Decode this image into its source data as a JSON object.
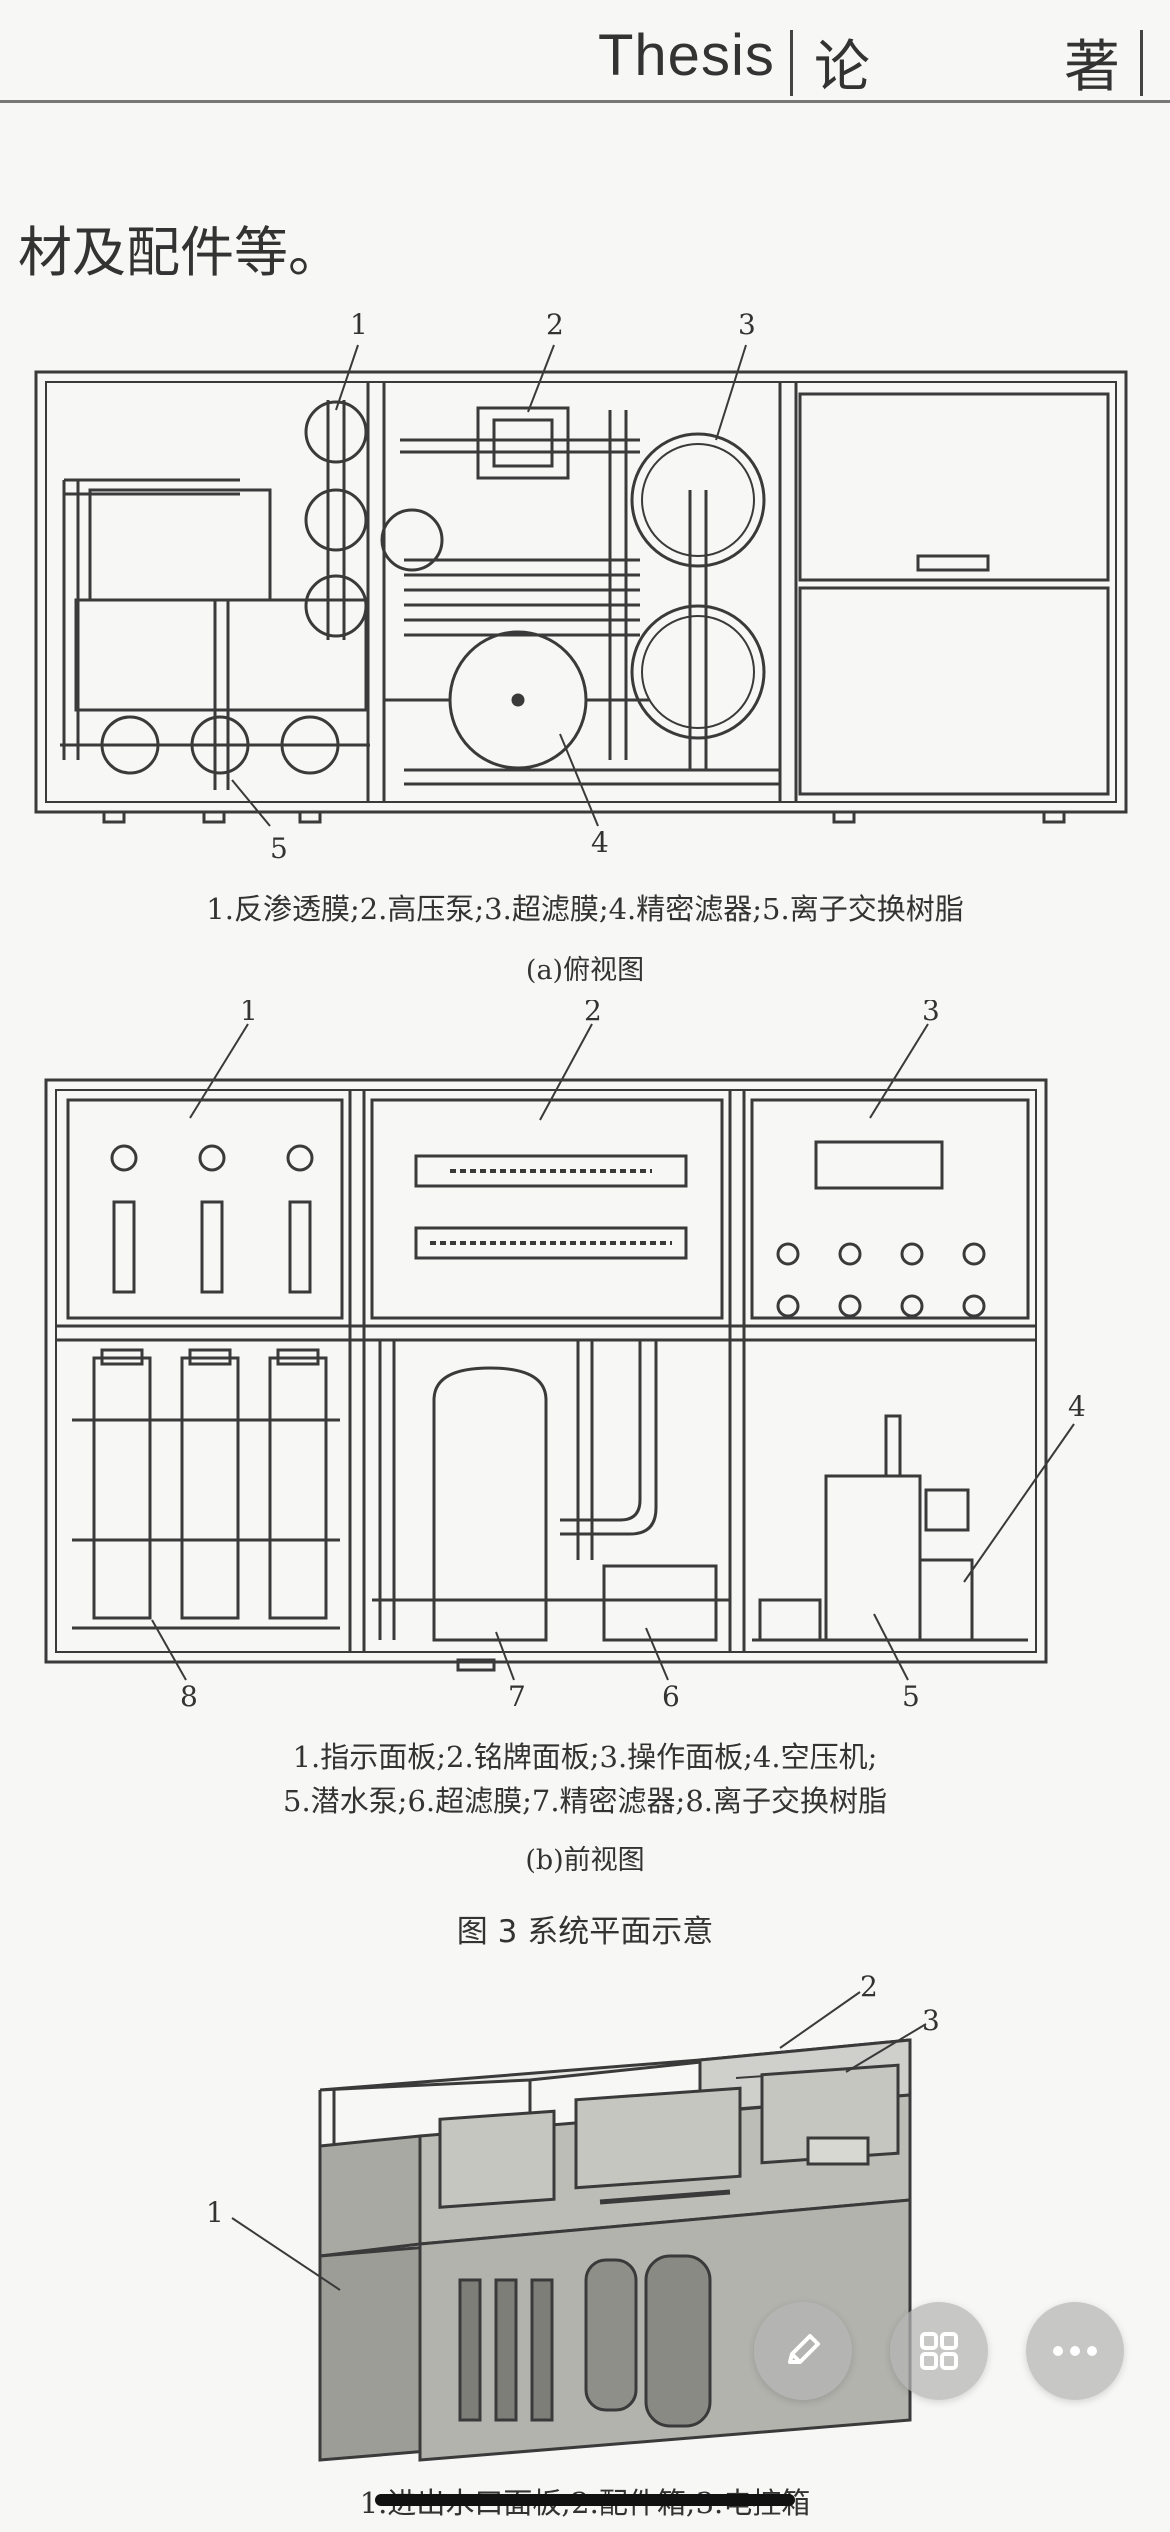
{
  "header": {
    "thesis": "Thesis",
    "section_left": "论",
    "section_right": "著"
  },
  "lead_text": "材及配件等。",
  "figure_a": {
    "callouts": [
      "1",
      "2",
      "3",
      "4",
      "5"
    ],
    "legend": "1.反渗透膜;2.高压泵;3.超滤膜;4.精密滤器;5.离子交换树脂",
    "caption": "(a)俯视图"
  },
  "figure_b": {
    "callouts": [
      "1",
      "2",
      "3",
      "4",
      "5",
      "6",
      "7",
      "8"
    ],
    "legend_line1": "1.指示面板;2.铭牌面板;3.操作面板;4.空压机;",
    "legend_line2": "5.潜水泵;6.超滤膜;7.精密滤器;8.离子交换树脂",
    "caption": "(b)前视图"
  },
  "figure_title": "图 3 系统平面示意",
  "figure_c": {
    "callouts": [
      "1",
      "2",
      "3"
    ],
    "legend_partial": "1.进出水口面板;2.配件箱;3.电控箱"
  },
  "actions": {
    "edit_icon": "pencil-icon",
    "grid_icon": "grid-icon",
    "more_icon": "more-dots-icon"
  }
}
